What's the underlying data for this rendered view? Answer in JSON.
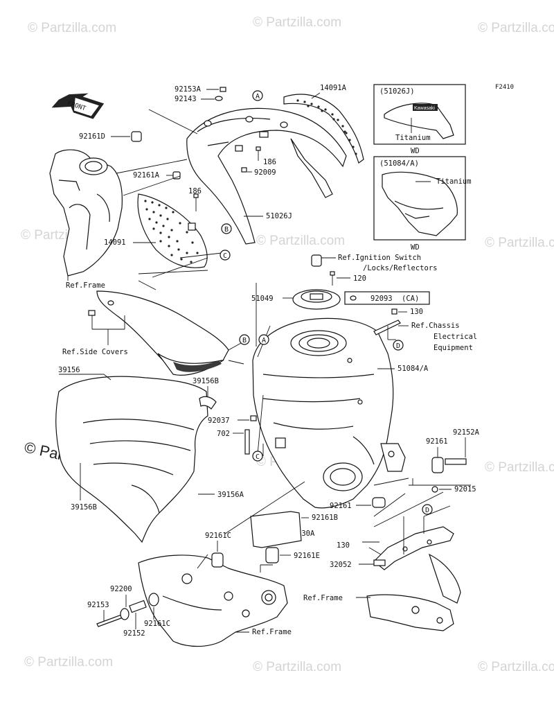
{
  "diagram_code": "F2410",
  "watermark_text": "© Partzilla.com",
  "front_arrow_label": "FRONT",
  "callout_letters": [
    "A",
    "B",
    "C",
    "D"
  ],
  "parts": {
    "p92153A": "92153A",
    "p92143": "92143",
    "p14091A": "14091A",
    "p92161D": "92161D",
    "p186a": "186",
    "p92161A": "92161A",
    "p92009": "92009",
    "p186b": "186",
    "p51026J": "51026J",
    "p14091": "14091",
    "p51049": "51049",
    "p120": "120",
    "p92093": "92093",
    "p92093_note": "(CA)",
    "p130a": "130",
    "p51084A": "51084/A",
    "p39156": "39156",
    "p39156B_top": "39156B",
    "p92037": "92037",
    "p702": "702",
    "p92152A": "92152A",
    "p92161_r": "92161",
    "p39156B_bot": "39156B",
    "p39156A": "39156A",
    "p92161_c": "92161",
    "p92015": "92015",
    "p92161B": "92161B",
    "p92161C_top": "92161C",
    "p130A": "130A",
    "p130b": "130",
    "p92161E": "92161E",
    "p32052": "32052",
    "p92200": "92200",
    "p92153": "92153",
    "p92161C_bot": "92161C",
    "p92152": "92152"
  },
  "refs": {
    "ref_frame_1": "Ref.Frame",
    "ref_ignition_1": "Ref.Ignition Switch",
    "ref_ignition_2": "/Locks/Reflectors",
    "ref_side_covers": "Ref.Side Covers",
    "ref_chassis_1": "Ref.Chassis",
    "ref_chassis_2": "Electrical",
    "ref_chassis_3": "Equipment",
    "ref_frame_2": "Ref.Frame",
    "ref_frame_3": "Ref.Frame"
  },
  "variants": {
    "box1_code": "(51026J)",
    "box1_color": "Titanium",
    "box1_region": "WD",
    "box2_code": "(51084/A)",
    "box2_color": "Titanium",
    "box2_region": "WD",
    "box1_brand": "Kawasaki"
  }
}
